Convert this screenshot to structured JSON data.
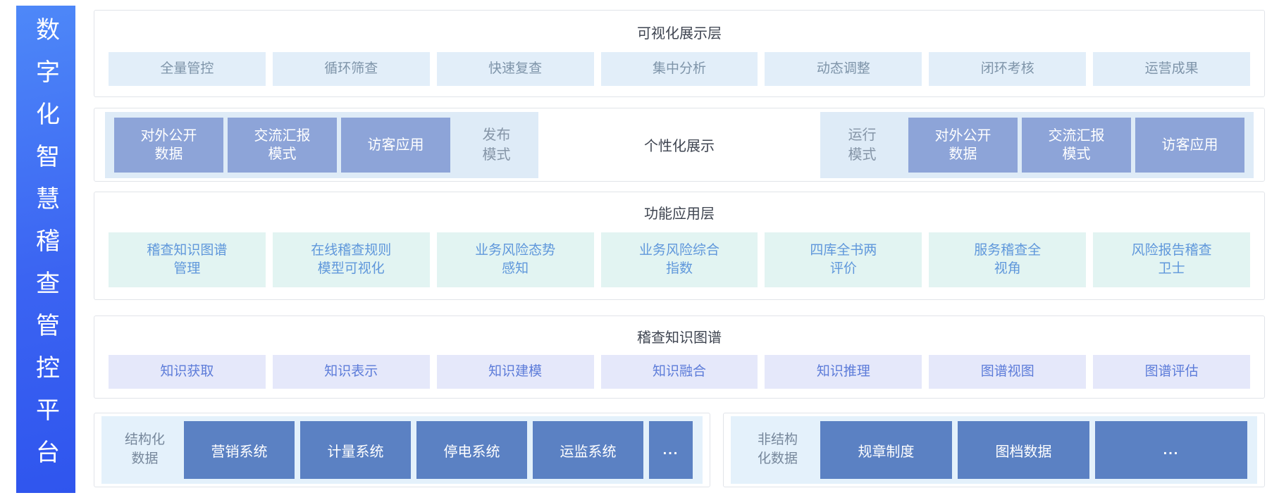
{
  "sidebar": {
    "title": "数字化智慧稽查管控平台"
  },
  "layer1": {
    "title": "可视化展示层",
    "items": [
      "全量管控",
      "循环筛查",
      "快速复查",
      "集中分析",
      "动态调整",
      "闭环考核",
      "运营成果"
    ]
  },
  "layer2": {
    "publish_group": {
      "boxes": [
        "对外公开\n数据",
        "交流汇报\n模式",
        "访客应用"
      ],
      "label": "发布\n模式"
    },
    "center_label": "个性化展示",
    "run_group": {
      "label": "运行\n模式",
      "boxes": [
        "对外公开\n数据",
        "交流汇报\n模式",
        "访客应用"
      ]
    }
  },
  "layer3": {
    "title": "功能应用层",
    "items": [
      "稽查知识图谱\n管理",
      "在线稽查规则\n模型可视化",
      "业务风险态势\n感知",
      "业务风险综合\n指数",
      "四库全书两\n评价",
      "服务稽查全\n视角",
      "风险报告稽查\n卫士"
    ]
  },
  "layer4": {
    "title": "稽查知识图谱",
    "items": [
      "知识获取",
      "知识表示",
      "知识建模",
      "知识融合",
      "知识推理",
      "图谱视图",
      "图谱评估"
    ]
  },
  "layer5": {
    "structured": {
      "label": "结构化\n数据",
      "boxes": [
        "营销系统",
        "计量系统",
        "停电系统",
        "运监系统"
      ],
      "ellipsis": "..."
    },
    "unstructured": {
      "label": "非结构\n化数据",
      "boxes": [
        "规章制度",
        "图档数据"
      ],
      "ellipsis": "..."
    }
  },
  "colors": {
    "sidebar_gradient_start": "#4e88f8",
    "sidebar_gradient_end": "#2f55ee",
    "layer1_item_bg": "#e2eef9",
    "layer1_item_text": "#7e94a9",
    "mode_panel_bg": "#deebf7",
    "mode_box_bg": "#8da4d8",
    "layer3_item_bg": "#e2f4f2",
    "layer3_item_text": "#5f97db",
    "layer4_item_bg": "#e5e8fa",
    "layer4_item_text": "#5d7cd9",
    "source_panel_bg": "#e4f1fb",
    "source_box_bg": "#5b81c3",
    "title_text": "#3e4450"
  }
}
